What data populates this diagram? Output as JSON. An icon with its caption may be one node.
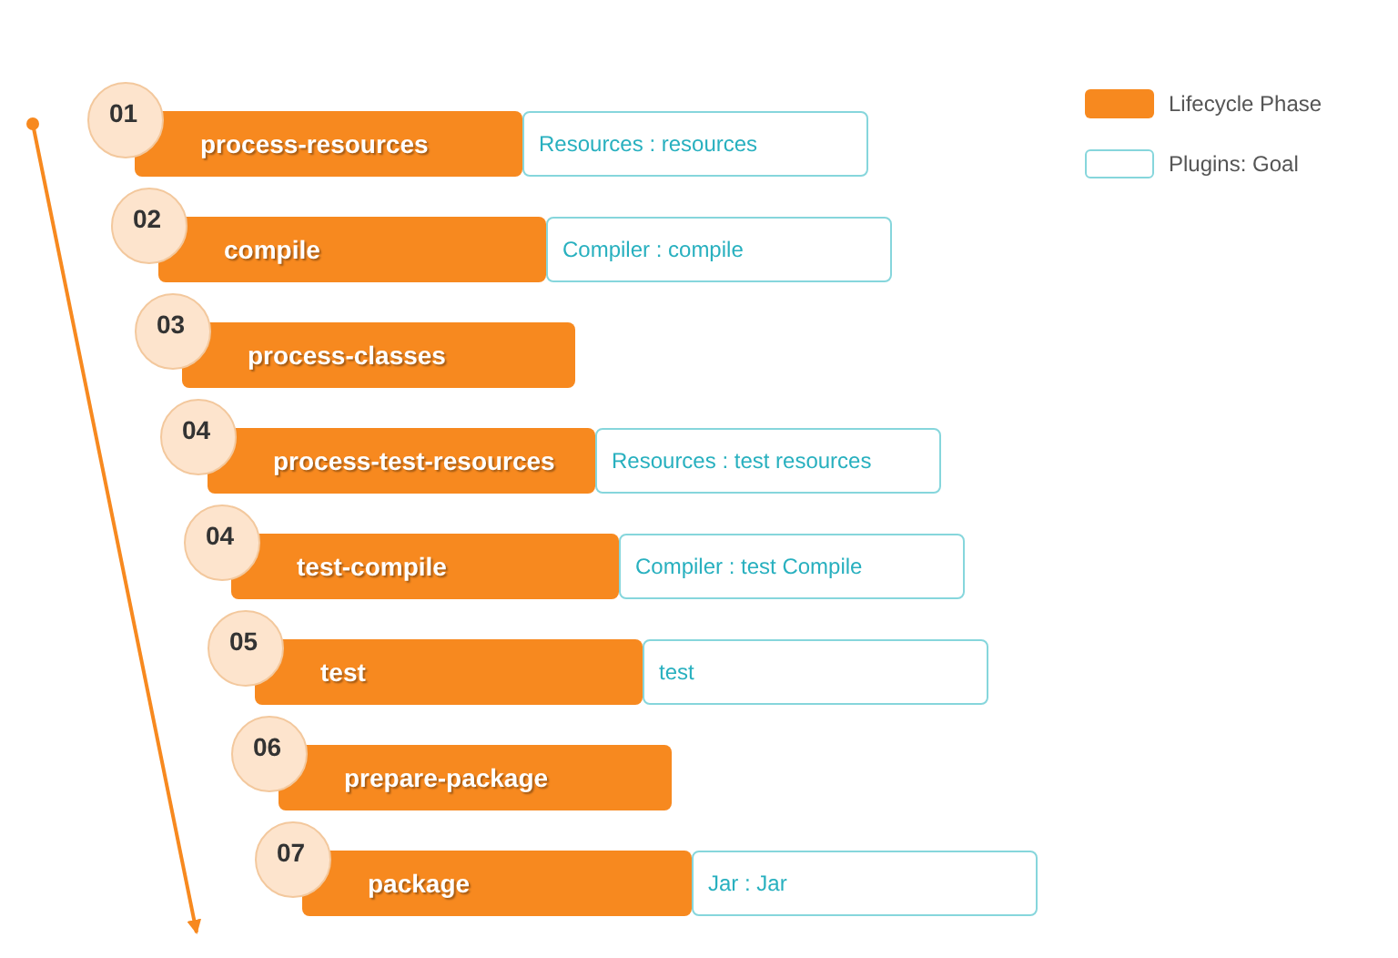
{
  "diagram": {
    "nodes": [
      {
        "text": [
          "01"
        ]
      },
      {
        "text": [
          "process-resources"
        ]
      },
      {
        "text": [
          "Resources : resources"
        ]
      },
      {
        "text": [
          "02"
        ]
      },
      {
        "text": [
          "compile"
        ]
      },
      {
        "text": [
          "Compiler : compile"
        ]
      },
      {
        "text": [
          "03"
        ]
      },
      {
        "text": [
          "process-classes"
        ]
      },
      {
        "text": [
          "04"
        ]
      },
      {
        "text": [
          "process-test-resources"
        ]
      },
      {
        "text": [
          "Resources : test resources"
        ]
      },
      {
        "text": [
          "04"
        ]
      },
      {
        "text": [
          "test-compile"
        ]
      },
      {
        "text": [
          "Compiler : test Compile"
        ]
      },
      {
        "text": [
          "05"
        ]
      },
      {
        "text": [
          "test"
        ]
      },
      {
        "text": [
          "test"
        ]
      },
      {
        "text": [
          "06"
        ]
      },
      {
        "text": [
          "prepare-package"
        ]
      },
      {
        "text": [
          "07"
        ]
      },
      {
        "text": [
          "package"
        ]
      },
      {
        "text": [
          "Jar : Jar"
        ]
      }
    ],
    "legend": [
      {
        "text": "Lifecycle Phase",
        "color": "#f7891f"
      },
      {
        "text": "Plugins: Goal"
      }
    ]
  }
}
